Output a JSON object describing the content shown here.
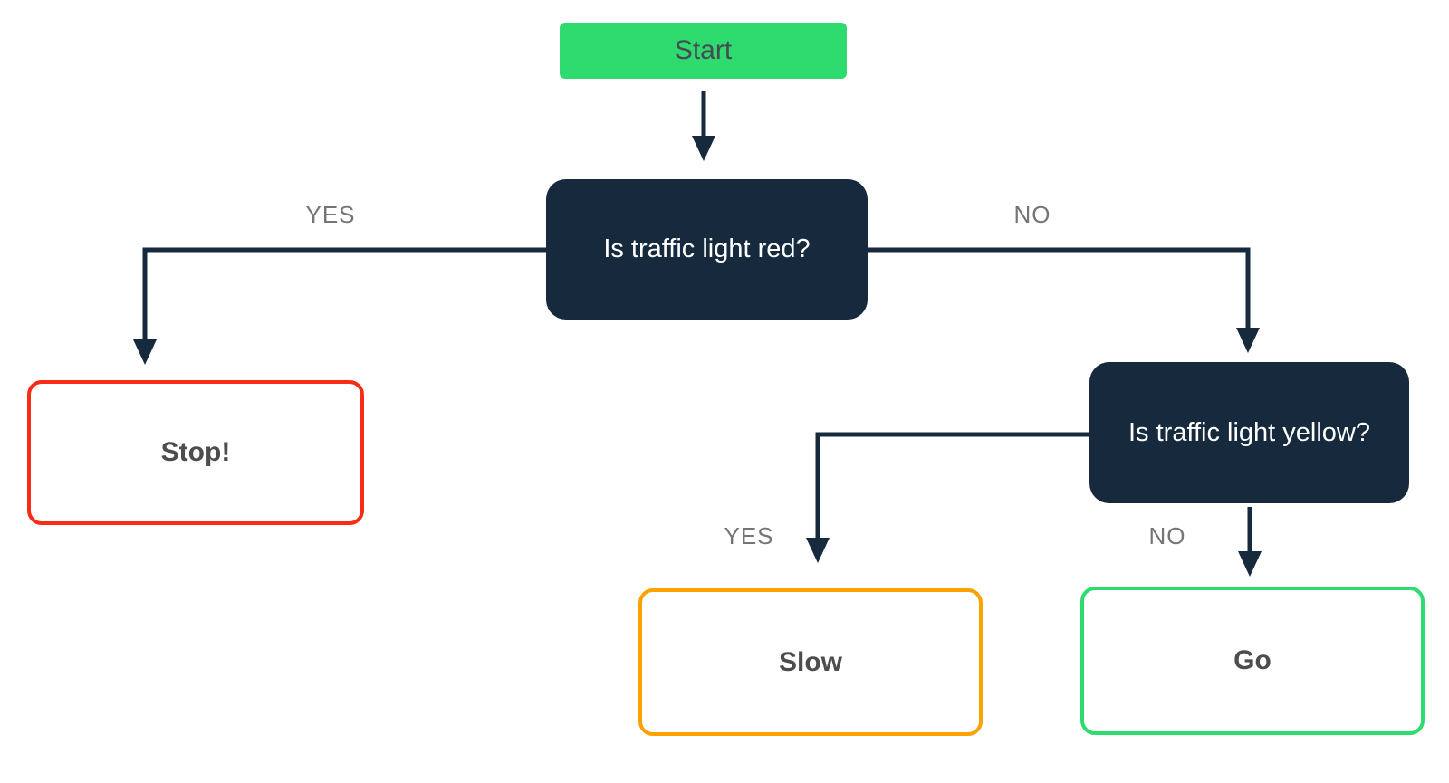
{
  "diagram": {
    "type": "flowchart",
    "background": "#ffffff",
    "colors": {
      "green": "#2ddb6e",
      "navy": "#16293d",
      "red": "#f72c17",
      "orange": "#f9a200",
      "label-gray": "#757575",
      "outcome-text": "#4d4d4d",
      "start-text": "#464b53"
    },
    "nodes": {
      "start": {
        "label": "Start",
        "type": "start"
      },
      "decision_red": {
        "label": "Is traffic light red?",
        "type": "decision"
      },
      "stop": {
        "label": "Stop!",
        "type": "outcome"
      },
      "decision_yellow": {
        "label": "Is traffic light yellow?",
        "type": "decision"
      },
      "slow": {
        "label": "Slow",
        "type": "outcome"
      },
      "go": {
        "label": "Go",
        "type": "outcome"
      }
    },
    "edges": [
      {
        "from": "start",
        "to": "decision_red",
        "label": ""
      },
      {
        "from": "decision_red",
        "to": "stop",
        "label": "YES"
      },
      {
        "from": "decision_red",
        "to": "decision_yellow",
        "label": "NO"
      },
      {
        "from": "decision_yellow",
        "to": "slow",
        "label": "YES"
      },
      {
        "from": "decision_yellow",
        "to": "go",
        "label": "NO"
      }
    ]
  }
}
